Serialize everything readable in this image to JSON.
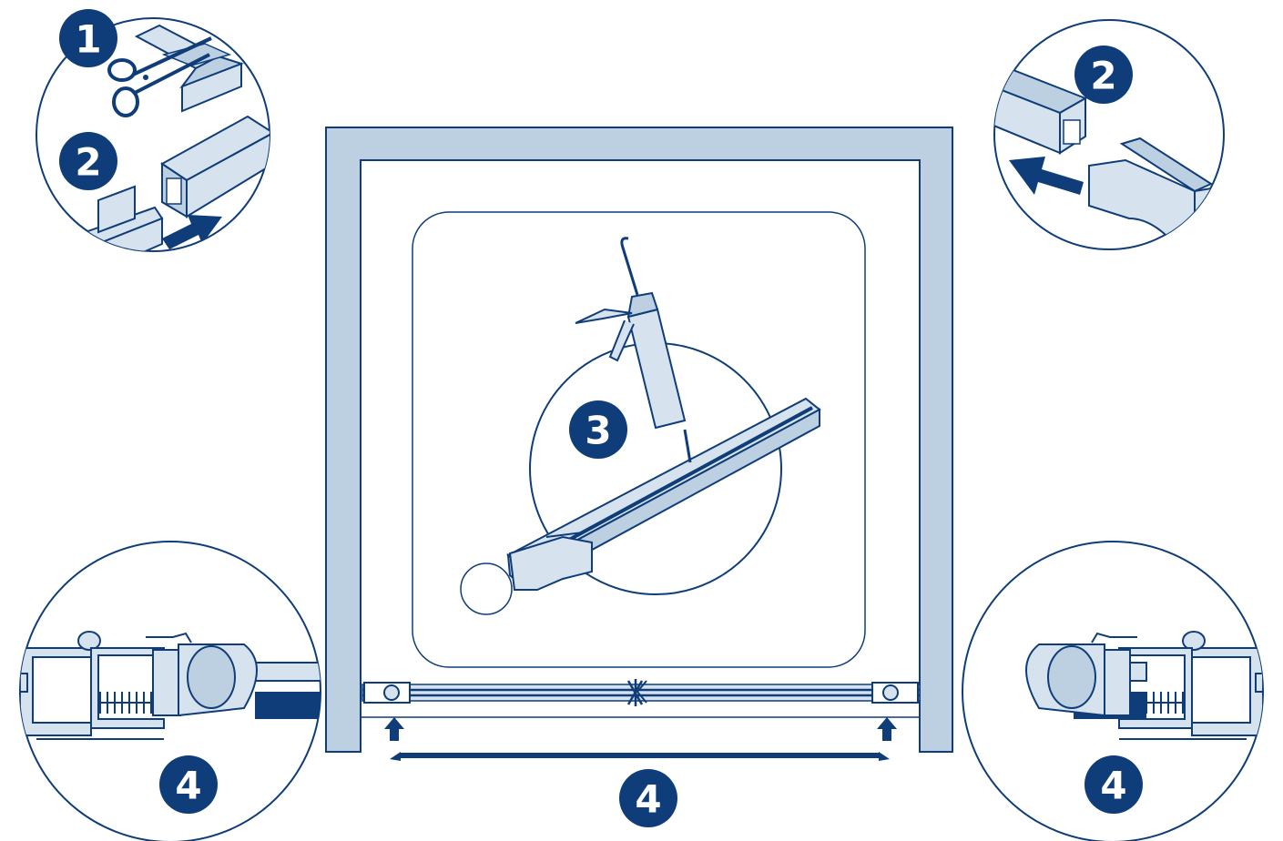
{
  "colors": {
    "navy": "#0f3d7a",
    "frame_fill": "#bcd0e2",
    "part_fill": "#d6e3ee",
    "stroke": "#0f3d7a",
    "background": "#ffffff"
  },
  "steps": {
    "s1": "1",
    "s2_left": "2",
    "s2_right": "2",
    "s3": "3",
    "s4_left": "4",
    "s4_center": "4",
    "s4_right": "4"
  }
}
